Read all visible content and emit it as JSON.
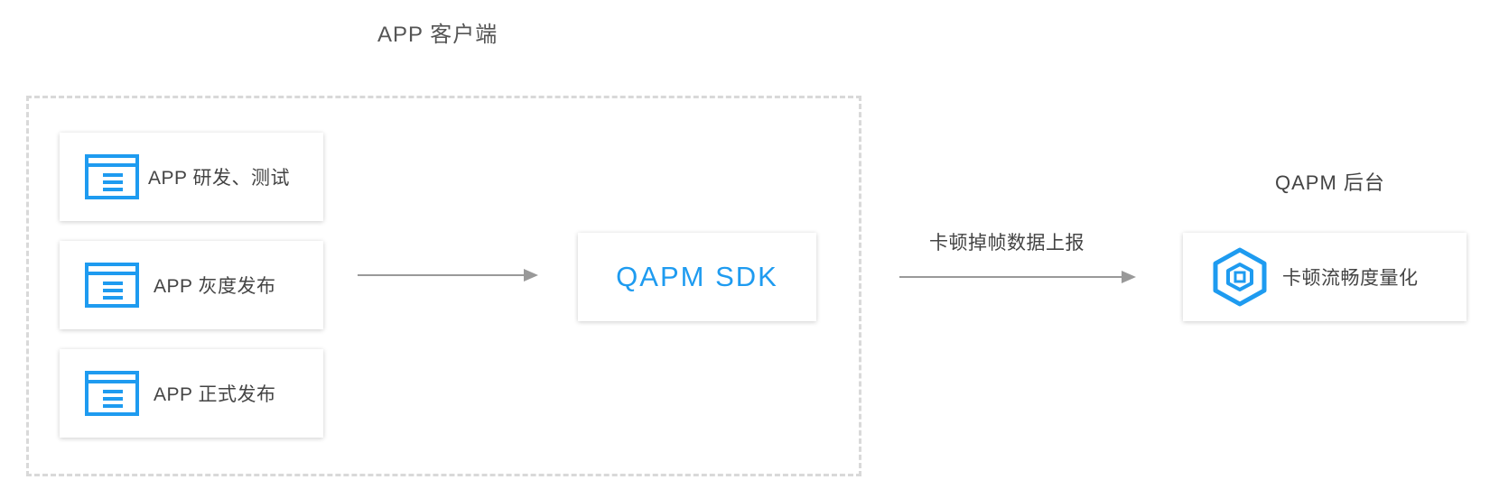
{
  "client": {
    "title": "APP 客户端",
    "stages": [
      {
        "label": "APP 研发、测试",
        "icon": "app-window-icon"
      },
      {
        "label": "APP 灰度发布",
        "icon": "app-window-icon"
      },
      {
        "label": "APP 正式发布",
        "icon": "app-window-icon"
      }
    ]
  },
  "sdk": {
    "label": "QAPM SDK"
  },
  "report_edge": {
    "label": "卡顿掉帧数据上报"
  },
  "backend": {
    "title": "QAPM 后台",
    "node_label": "卡顿流畅度量化",
    "icon": "hexagon-logo-icon"
  },
  "colors": {
    "accent": "#1e9bf0",
    "arrow": "#999999",
    "frame_border": "#d9d9d9",
    "text": "#444444"
  }
}
